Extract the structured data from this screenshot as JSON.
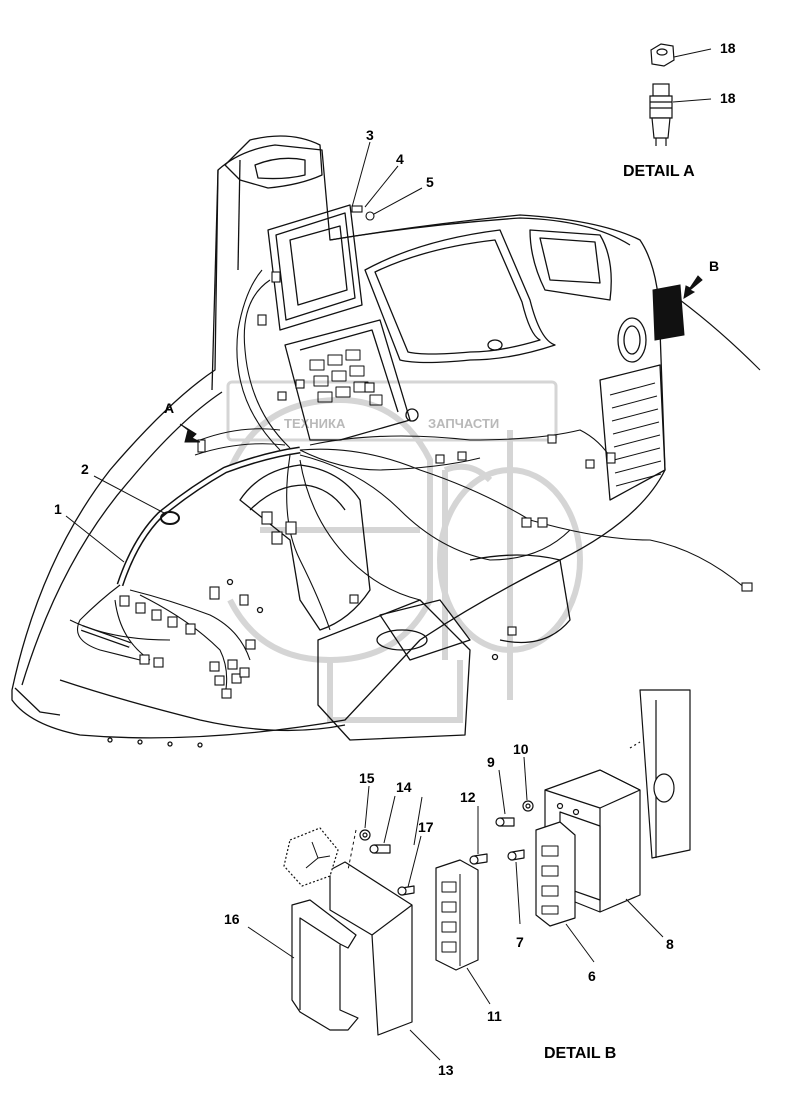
{
  "callouts": [
    {
      "id": "c1",
      "text": "1"
    },
    {
      "id": "c2",
      "text": "2"
    },
    {
      "id": "c3",
      "text": "3"
    },
    {
      "id": "c4",
      "text": "4"
    },
    {
      "id": "c5",
      "text": "5"
    },
    {
      "id": "c6",
      "text": "6"
    },
    {
      "id": "c7",
      "text": "7"
    },
    {
      "id": "c8",
      "text": "8"
    },
    {
      "id": "c9",
      "text": "9"
    },
    {
      "id": "c10",
      "text": "10"
    },
    {
      "id": "c11",
      "text": "11"
    },
    {
      "id": "c12",
      "text": "12"
    },
    {
      "id": "c13",
      "text": "13"
    },
    {
      "id": "c14",
      "text": "14"
    },
    {
      "id": "c15",
      "text": "15"
    },
    {
      "id": "c16",
      "text": "16"
    },
    {
      "id": "c17",
      "text": "17"
    },
    {
      "id": "c18a",
      "text": "18"
    },
    {
      "id": "c18b",
      "text": "18"
    }
  ],
  "view_markers": {
    "a": "A",
    "b": "B"
  },
  "detail_labels": {
    "a": "DETAIL A",
    "b": "DETAIL B"
  },
  "watermark": {
    "left": "ТЕХНИКА",
    "right": "ЗАПЧАСТИ",
    "letters": "ЭПФ"
  }
}
